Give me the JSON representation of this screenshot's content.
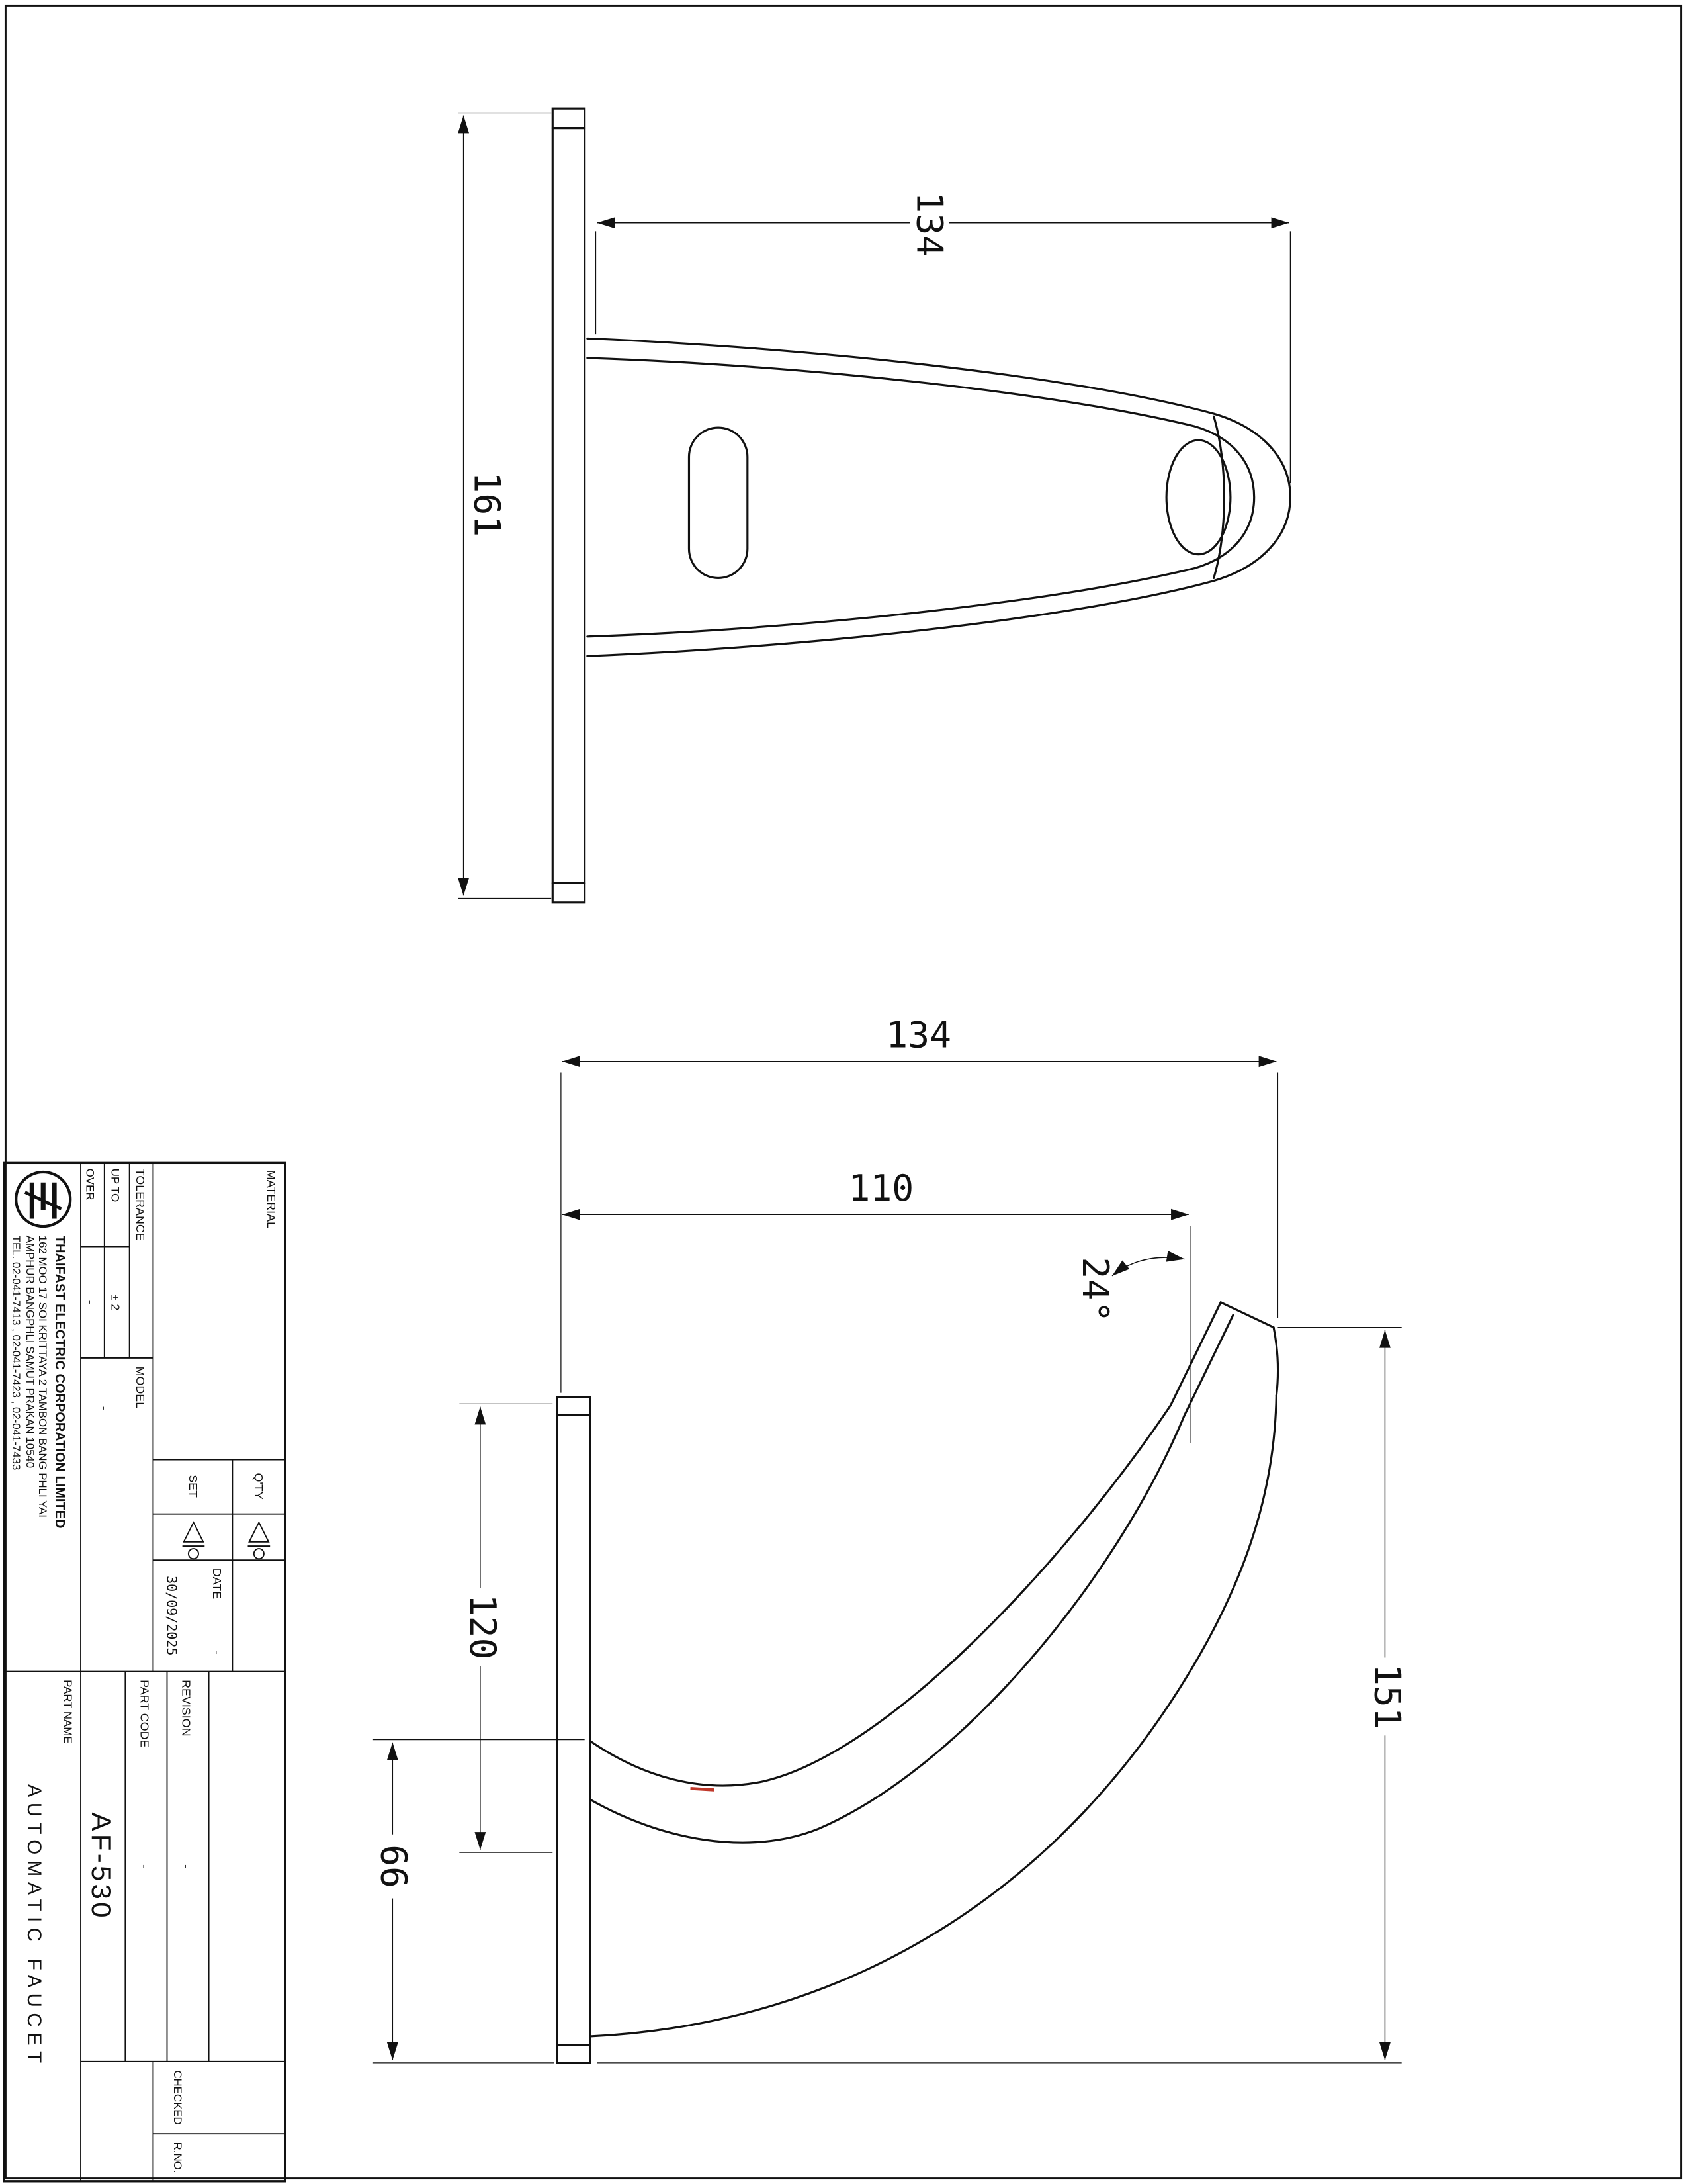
{
  "colors": {
    "line": "#111111",
    "red_mark": "#c0392b",
    "background": "#ffffff"
  },
  "dimensions": {
    "top_view": {
      "dim_161": "161",
      "dim_134": "134"
    },
    "side_view": {
      "dim_134": "134",
      "dim_110": "110",
      "dim_24": "24°",
      "dim_120": "120",
      "dim_66": "66",
      "dim_151": "151"
    }
  },
  "title_block": {
    "material_label": "MATERIAL",
    "model_label": "MODEL",
    "model_value": "-",
    "qty_label": "Q'TY",
    "qty_value": "SET",
    "tolerance_label": "TOLERANCE",
    "up_to_label": "UP TO",
    "up_to_value": "± 2",
    "over_label": "OVER",
    "over_value": "-",
    "date_label": "DATE",
    "date_extra": "-",
    "date_value": "30/09/2025",
    "revision_label": "REVISION",
    "revision_value": "-",
    "part_code_label": "PART CODE",
    "part_code_value": "-",
    "drawing_number": "AF-530",
    "part_name_label": "PART NAME",
    "part_name_value": "AUTOMATIC FAUCET",
    "checked_label": "CHECKED",
    "rno_label": "R.NO.",
    "company": {
      "name": "THAIFAST ELECTRIC CORPORATION LIMITED",
      "address_line1": "162 MOO 17 SOI KRITTAYA 2 TAMBON BANG PHLI YAI",
      "address_line2": "AMPHUR BANGPHLI SAMUT PRAKAN 10540",
      "tel": "TEL. 02-041-7413 , 02-041-7423 , 02-041-7433"
    }
  }
}
